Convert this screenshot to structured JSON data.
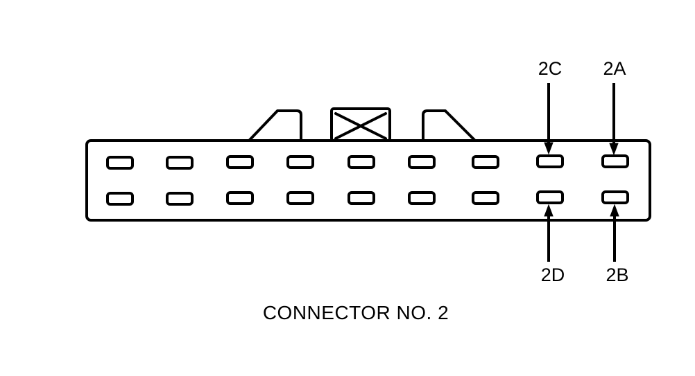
{
  "diagram": {
    "caption": "CONNECTOR NO. 2",
    "colors": {
      "line": "#000000",
      "background": "#ffffff"
    },
    "connector": {
      "rows": 2,
      "columns": 9,
      "pin_columns_x": [
        173,
        259,
        346,
        433,
        521,
        608,
        700,
        792,
        887
      ],
      "pin_rows_y": [
        235,
        287
      ]
    },
    "callouts": [
      {
        "id": "2C",
        "label": "2C",
        "position": "top",
        "column": 8,
        "row": 1
      },
      {
        "id": "2A",
        "label": "2A",
        "position": "top",
        "column": 9,
        "row": 1
      },
      {
        "id": "2D",
        "label": "2D",
        "position": "bottom",
        "column": 8,
        "row": 2
      },
      {
        "id": "2B",
        "label": "2B",
        "position": "bottom",
        "column": 9,
        "row": 2
      }
    ],
    "features": [
      "left-latch-tab",
      "center-locking-block-with-x",
      "right-latch-tab"
    ]
  }
}
